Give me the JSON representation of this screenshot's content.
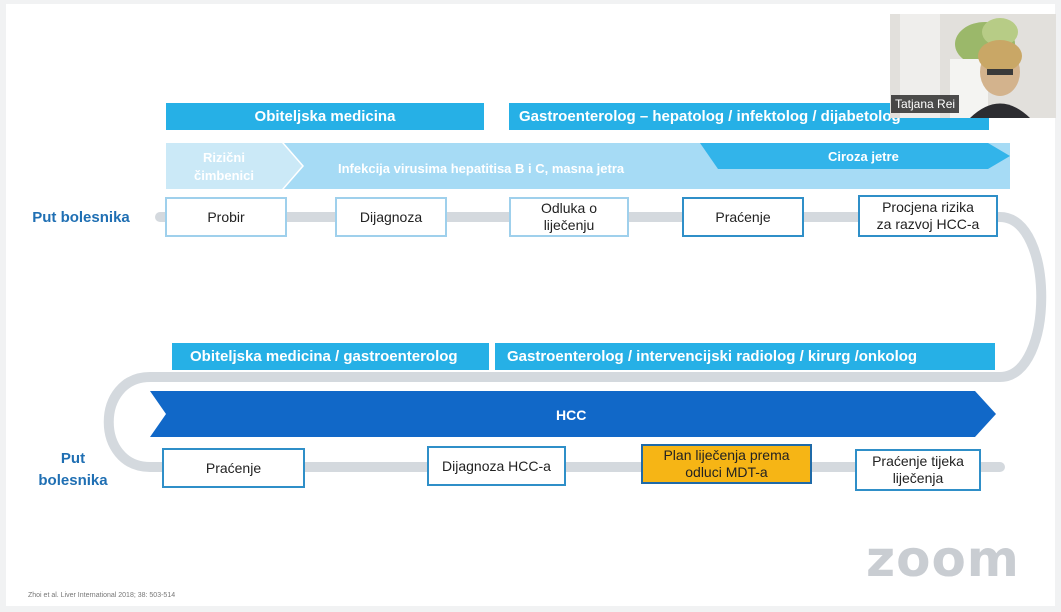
{
  "row1": {
    "headers": [
      {
        "text": "Obiteljska medicina"
      },
      {
        "text": "Gastroenterolog – hepatolog / infektolog / dijabetolog"
      }
    ],
    "arrows": [
      {
        "text_line1": "Rizični",
        "text_line2": "čimbenici"
      },
      {
        "text": "Infekcija virusima hepatitisa B i C, masna jetra"
      },
      {
        "text": "Ciroza jetre"
      }
    ],
    "put_label": "Put bolesnika",
    "steps": [
      {
        "line1": "Probir",
        "line2": ""
      },
      {
        "line1": "Dijagnoza",
        "line2": ""
      },
      {
        "line1": "Odluka o",
        "line2": "liječenju"
      },
      {
        "line1": "Praćenje",
        "line2": ""
      },
      {
        "line1": "Procjena rizika",
        "line2": "za razvoj HCC-a"
      }
    ]
  },
  "row2": {
    "headers": [
      {
        "text": "Obiteljska medicina / gastroenterolog"
      },
      {
        "text": "Gastroenterolog / intervencijski radiolog / kirurg /onkolog"
      }
    ],
    "arrow": {
      "text": "HCC"
    },
    "put_label_line1": "Put",
    "put_label_line2": "bolesnika",
    "steps": [
      {
        "line1": "Praćenje",
        "line2": ""
      },
      {
        "line1": "Dijagnoza HCC-a",
        "line2": ""
      },
      {
        "line1": "Plan liječenja prema",
        "line2": "odluci MDT-a"
      },
      {
        "line1": "Praćenje tijeka",
        "line2": "liječenja"
      }
    ]
  },
  "citation": "Zhoi et al. Liver International 2018; 38: 503-514",
  "zoom_logo": "zoom",
  "video": {
    "participant_name": "Tatjana Rei"
  },
  "colors": {
    "header": "#26b0e6",
    "dark_arrow": "#1168c8",
    "orange": "#f6b515",
    "label_blue": "#1f6fb3"
  }
}
